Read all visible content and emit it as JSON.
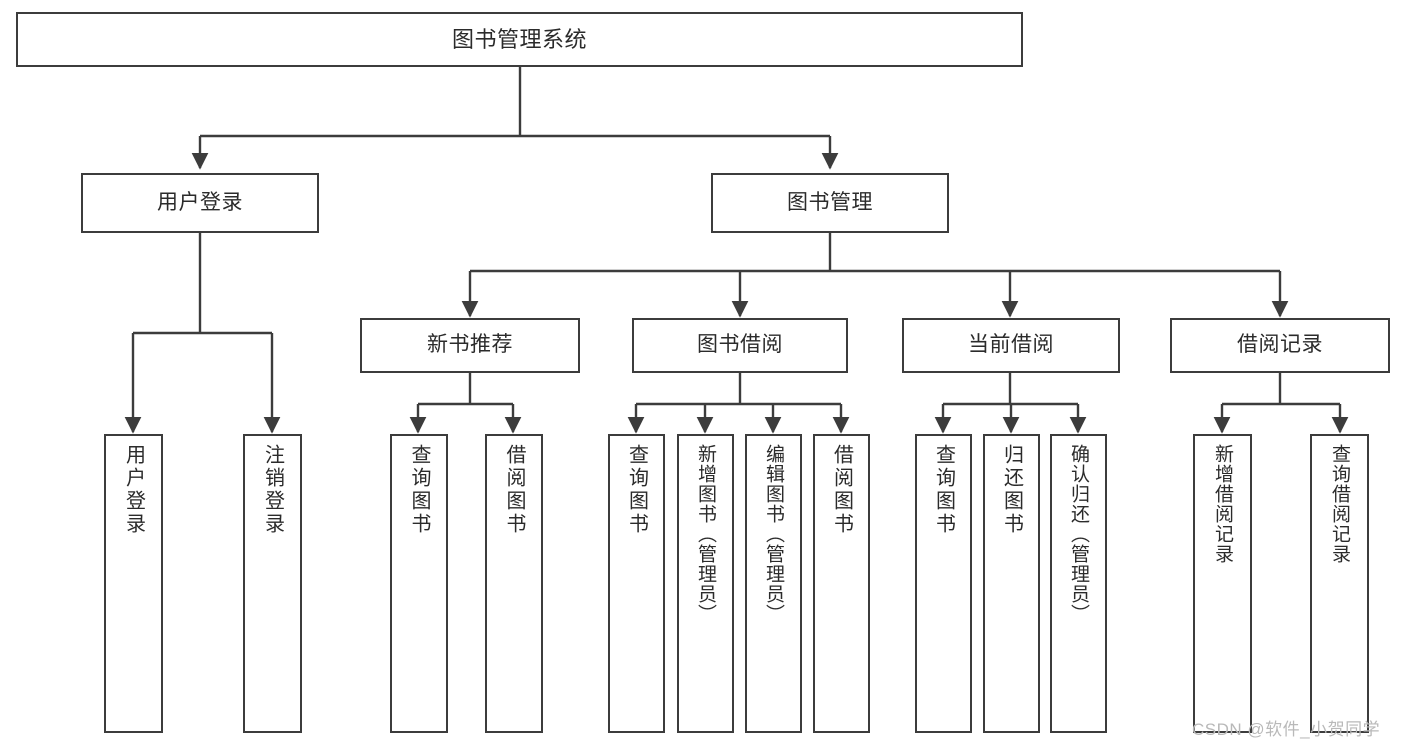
{
  "diagram": {
    "title": "图书管理系统",
    "type": "hierarchy-tree",
    "watermark": "CSDN @软件_小贺同学",
    "colors": {
      "stroke": "#3c3c3c",
      "fill": "#ffffff",
      "text": "#2b2b2b",
      "watermark": "#b9b9b9"
    },
    "root": {
      "label": "图书管理系统"
    },
    "level2": [
      {
        "label": "用户登录"
      },
      {
        "label": "图书管理"
      }
    ],
    "level3": [
      {
        "label": "新书推荐"
      },
      {
        "label": "图书借阅"
      },
      {
        "label": "当前借阅"
      },
      {
        "label": "借阅记录"
      }
    ],
    "leaves": {
      "user_login": [
        {
          "label": "用户登录"
        },
        {
          "label": "注销登录"
        }
      ],
      "new_book_recommend": [
        {
          "label": "查询图书"
        },
        {
          "label": "借阅图书"
        }
      ],
      "book_borrow": [
        {
          "label": "查询图书"
        },
        {
          "label": "新增图书（管理员）"
        },
        {
          "label": "编辑图书（管理员）"
        },
        {
          "label": "借阅图书"
        }
      ],
      "current_borrow": [
        {
          "label": "查询图书"
        },
        {
          "label": "归还图书"
        },
        {
          "label": "确认归还（管理员）"
        }
      ],
      "borrow_record": [
        {
          "label": "新增借阅记录"
        },
        {
          "label": "查询借阅记录"
        }
      ]
    }
  }
}
